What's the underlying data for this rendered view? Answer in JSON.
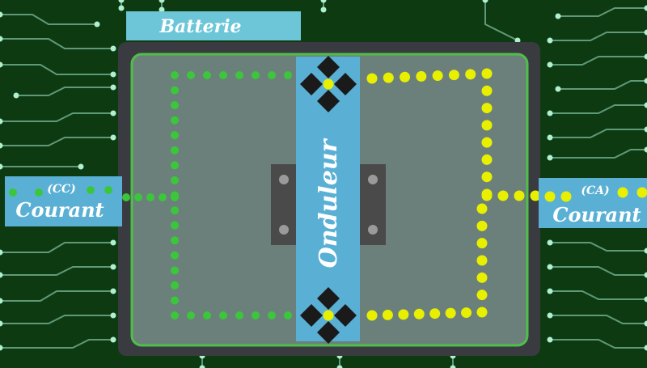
{
  "labels": {
    "battery": "Batterie",
    "inverter": "Onduleur",
    "left_current_type": "(CC)",
    "left_current": "Courant",
    "right_current_type": "(CA)",
    "right_current": "Courant"
  },
  "colors": {
    "background": "#0e3a12",
    "circuit_trace": "#5f9a78",
    "circuit_node": "#aef0d0",
    "frame": "#3a3b40",
    "board": "#6b807a",
    "board_outline": "#4fbf4a",
    "label_box": "#5ab0d4",
    "battery_tab": "#6cc6d8",
    "dc_dots": "#3cc63c",
    "ac_dots": "#e8f000",
    "terminal": "#4a4a4a",
    "terminal_hole": "#9a9a9a",
    "diamond": "#1a1a1a"
  },
  "icons": {
    "top_switch": "diamond-switch-icon",
    "bottom_switch": "diamond-switch-icon"
  }
}
